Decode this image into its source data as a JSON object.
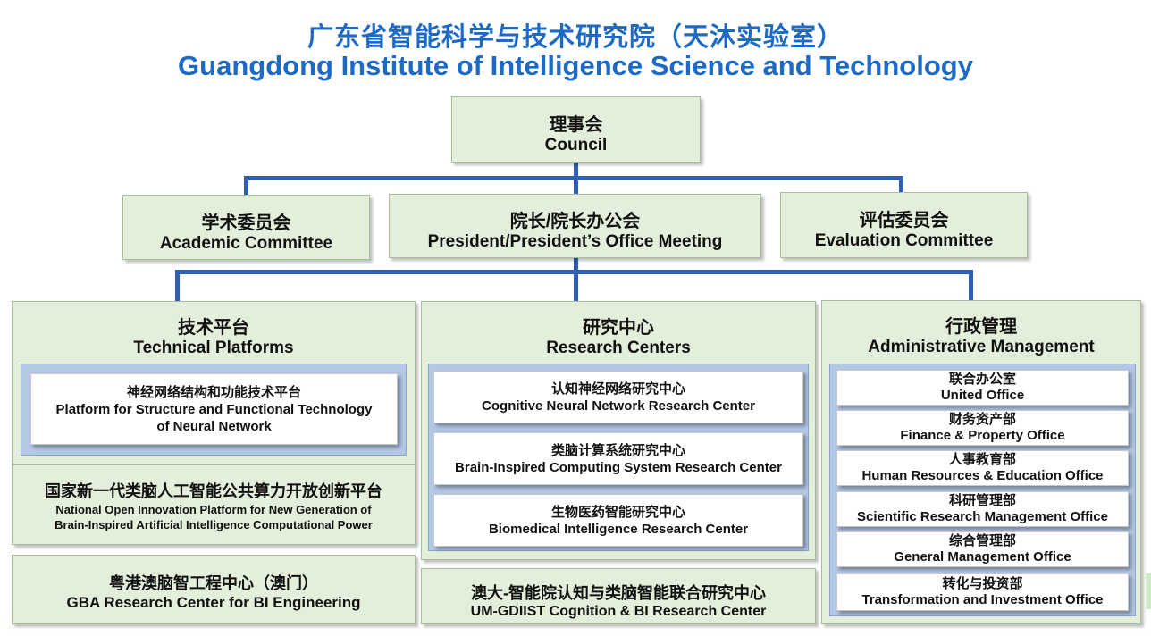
{
  "title": {
    "cn": "广东省智能科学与技术研究院（天沐实验室）",
    "en": "Guangdong Institute of Intelligence Science and Technology"
  },
  "council": {
    "cn": "理事会",
    "en": "Council"
  },
  "academic": {
    "cn": "学术委员会",
    "en": "Academic Committee"
  },
  "president": {
    "cn": "院长/院长办公会",
    "en": "President/President’s Office Meeting"
  },
  "evaluation": {
    "cn": "评估委员会",
    "en": "Evaluation Committee"
  },
  "technical": {
    "cn": "技术平台",
    "en": "Technical Platforms",
    "platform": {
      "cn": "神经网络结构和功能技术平台",
      "en1": "Platform for Structure and Functional Technology",
      "en2": "of Neural Network"
    },
    "national": {
      "cn": "国家新一代类脑人工智能公共算力开放创新平台",
      "en1": "National  Open Innovation Platform for New Generation of",
      "en2": "Brain-Inspired Artificial Intelligence Computational Power"
    },
    "gba": {
      "cn": "粤港澳脑智工程中心（澳门）",
      "en": "GBA Research Center for BI Engineering"
    }
  },
  "research": {
    "cn": "研究中心",
    "en": "Research Centers",
    "centers": [
      {
        "cn": "认知神经网络研究中心",
        "en": "Cognitive Neural Network Research Center"
      },
      {
        "cn": "类脑计算系统研究中心",
        "en": "Brain-Inspired Computing System Research Center"
      },
      {
        "cn": "生物医药智能研究中心",
        "en": "Biomedical Intelligence  Research Center"
      }
    ],
    "um": {
      "cn": "澳大-智能院认知与类脑智能联合研究中心",
      "en": "UM-GDIIST Cognition & BI Research Center"
    }
  },
  "admin": {
    "cn": "行政管理",
    "en": "Administrative Management",
    "offices": [
      {
        "cn": "联合办公室",
        "en": "United Office"
      },
      {
        "cn": "财务资产部",
        "en": "Finance & Property Office"
      },
      {
        "cn": "人事教育部",
        "en": "Human Resources & Education Office"
      },
      {
        "cn": "科研管理部",
        "en": "Scientific Research Management Office"
      },
      {
        "cn": "综合管理部",
        "en": "General Management Office"
      },
      {
        "cn": "转化与投资部",
        "en": "Transformation and Investment Office"
      }
    ]
  },
  "colors": {
    "title": "#1c6ac6",
    "box_fill": "#e3efda",
    "connector": "#2f5fb0",
    "inner_panel": "#b4c8e6",
    "card": "#ffffff"
  }
}
